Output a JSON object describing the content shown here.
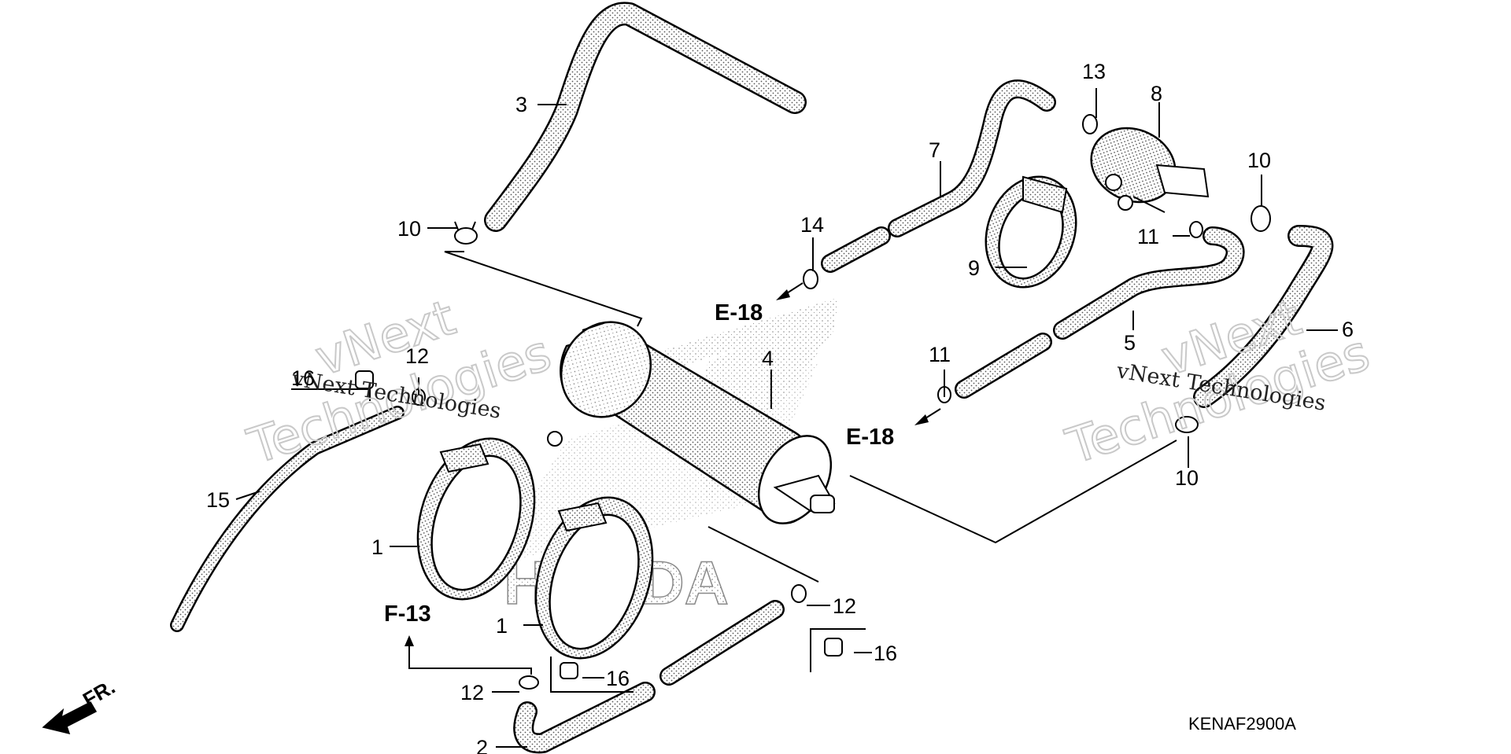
{
  "diagram": {
    "callouts": {
      "c1a": "1",
      "c1b": "1",
      "c2": "2",
      "c3": "3",
      "c4": "4",
      "c5": "5",
      "c6": "6",
      "c7": "7",
      "c8": "8",
      "c9": "9",
      "c10a": "10",
      "c10b": "10",
      "c10c": "10",
      "c11a": "11",
      "c11b": "11",
      "c12a": "12",
      "c12b": "12",
      "c12c": "12",
      "c13": "13",
      "c14": "14",
      "c15": "15",
      "c16a": "16",
      "c16b": "16",
      "c16c": "16"
    },
    "references": {
      "e18_top": "E-18",
      "e18_mid": "E-18",
      "f13": "F-13"
    },
    "direction_label": "FR.",
    "diagram_code": "KENAF2900A",
    "watermarks": {
      "logo_a": "vNext",
      "logo_b": "Technologies",
      "text_left": "vNext Technologies",
      "logo_c": "vNext",
      "logo_d": "Technologies",
      "text_right": "vNext Technologies"
    },
    "brand_mark": "HONDA",
    "colors": {
      "line": "#000000",
      "stipple": "#9a9a9a",
      "watermark": "#c9c9c9"
    }
  }
}
